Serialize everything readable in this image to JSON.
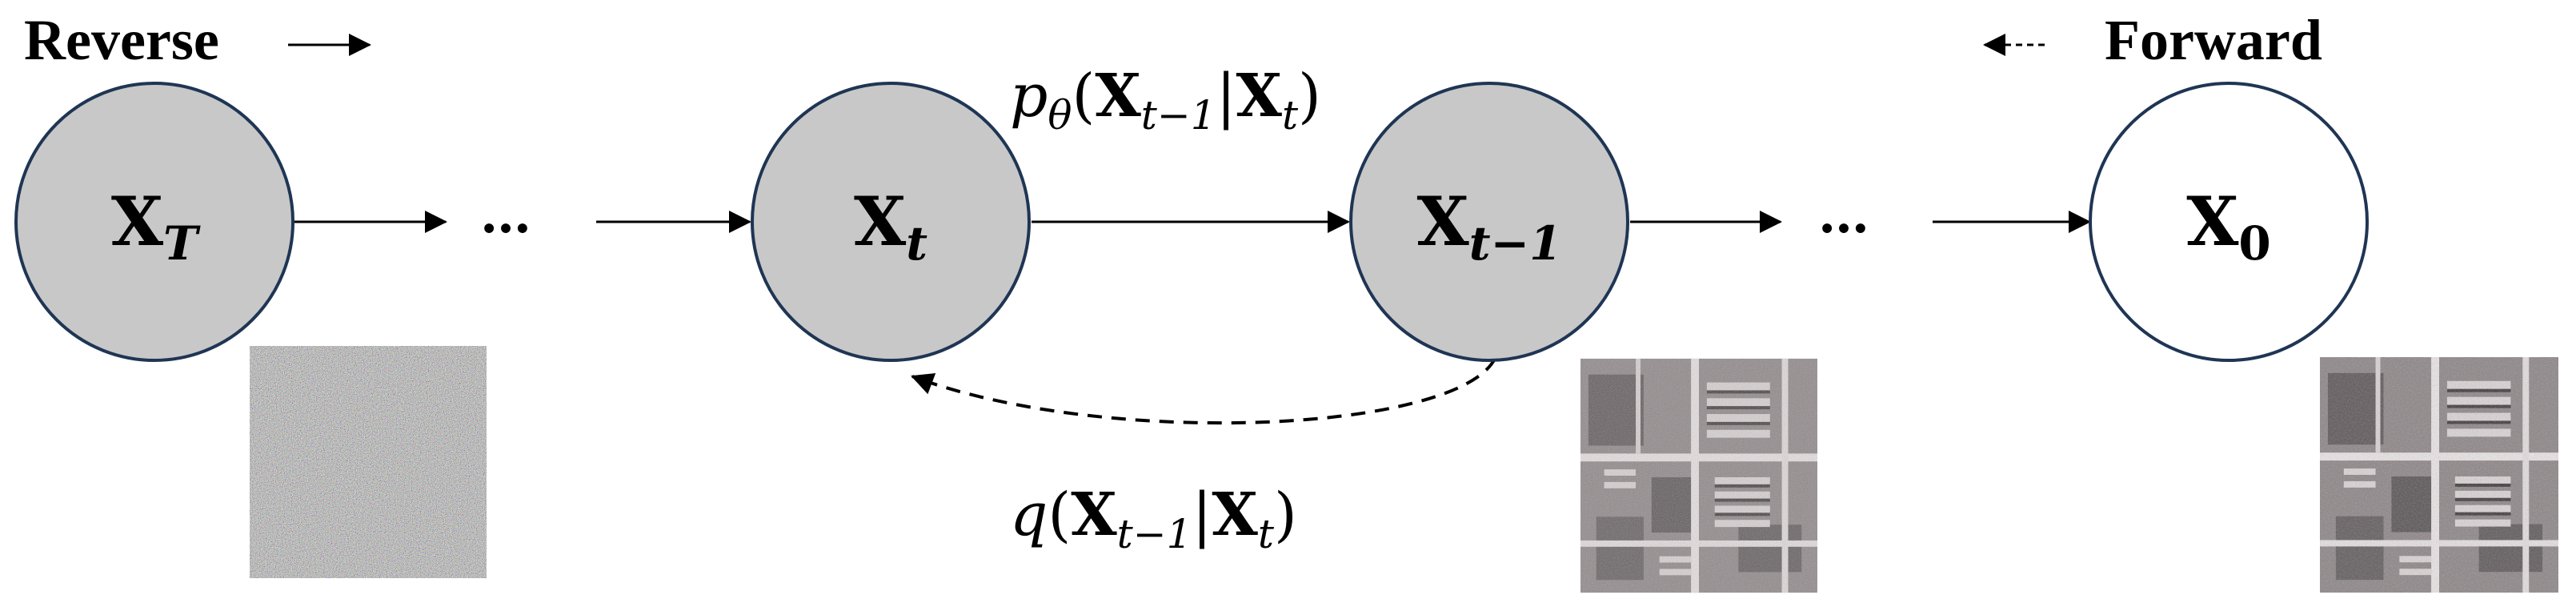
{
  "legend": {
    "reverse_label": "Reverse",
    "forward_label": "Forward"
  },
  "nodes": [
    {
      "id": "xT",
      "main": "X",
      "sub": "T",
      "fill": "#c8c8c8"
    },
    {
      "id": "xt",
      "main": "X",
      "sub": "t",
      "fill": "#c8c8c8"
    },
    {
      "id": "xt1",
      "main": "X",
      "sub": "t−1",
      "fill": "#c8c8c8"
    },
    {
      "id": "x0",
      "main": "X",
      "sub": "0",
      "fill": "#ffffff"
    }
  ],
  "ellipsis": "…",
  "edges": {
    "p_label": {
      "func": "p",
      "param": "θ",
      "open": "(",
      "x1": "X",
      "s1": "t−1",
      "bar": "|",
      "x2": "X",
      "s2": "t",
      "close": ")"
    },
    "q_label": {
      "func": "q",
      "open": "(",
      "x1": "X",
      "s1": "t−1",
      "bar": "|",
      "x2": "X",
      "s2": "t",
      "close": ")"
    }
  },
  "images": [
    {
      "name": "pure-noise-image"
    },
    {
      "name": "noisy-remote-sensing-image"
    },
    {
      "name": "clean-remote-sensing-image"
    }
  ],
  "colors": {
    "node_stroke": "#1f3554",
    "node_fill_noisy": "#c8c8c8",
    "node_fill_clean": "#ffffff",
    "arrow": "#000000"
  }
}
